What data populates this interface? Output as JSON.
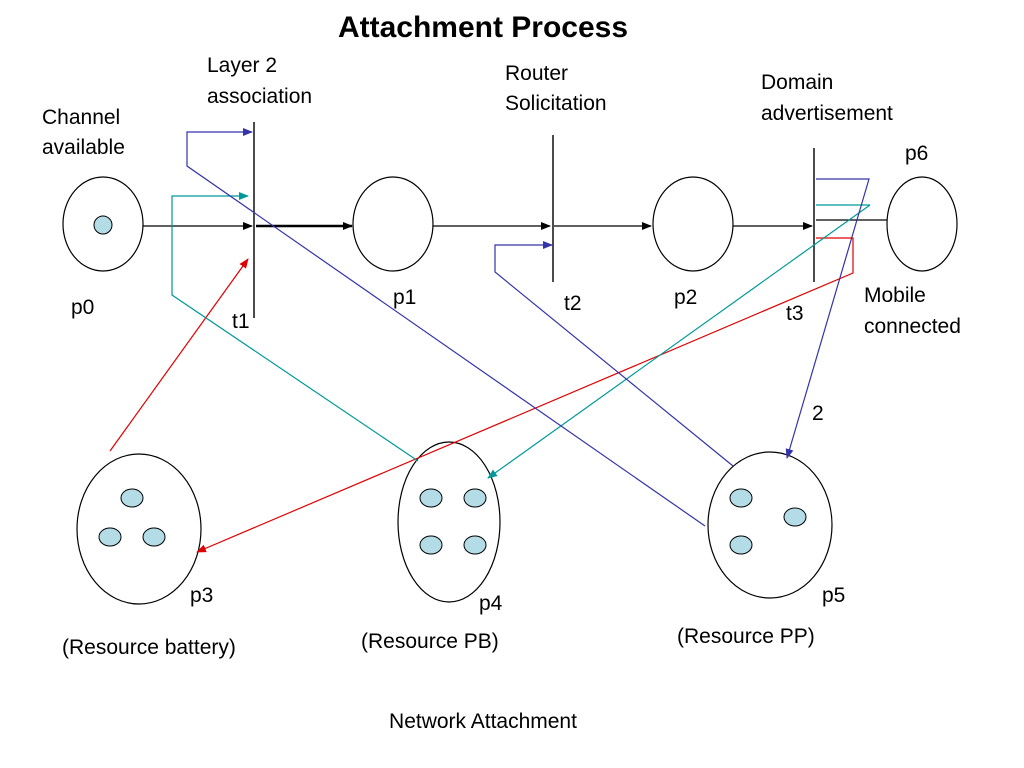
{
  "title": "Attachment Process",
  "caption": "Network Attachment",
  "places": {
    "p0": {
      "name": "p0",
      "description": [
        "Channel",
        "available"
      ]
    },
    "p1": {
      "name": "p1"
    },
    "p2": {
      "name": "p2"
    },
    "p6": {
      "name": "p6",
      "description": [
        "Mobile",
        "connected"
      ]
    },
    "p3": {
      "name": "p3",
      "description": "(Resource battery)"
    },
    "p4": {
      "name": "p4",
      "description": "(Resource  PB)"
    },
    "p5": {
      "name": "p5",
      "description": "(Resource PP)"
    }
  },
  "transitions": {
    "t1": {
      "name": "t1",
      "description": [
        "Layer 2",
        "association"
      ]
    },
    "t2": {
      "name": "t2",
      "description": [
        "Router",
        "Solicitation"
      ]
    },
    "t3": {
      "name": "t3",
      "description": [
        "Domain",
        "advertisement"
      ]
    }
  },
  "arc_weight_label": "2",
  "colors": {
    "battery_arc": "#e00000",
    "pb_arc": "#009999",
    "pp_arc": "#3333aa",
    "token_fill": "#b3dce6"
  }
}
